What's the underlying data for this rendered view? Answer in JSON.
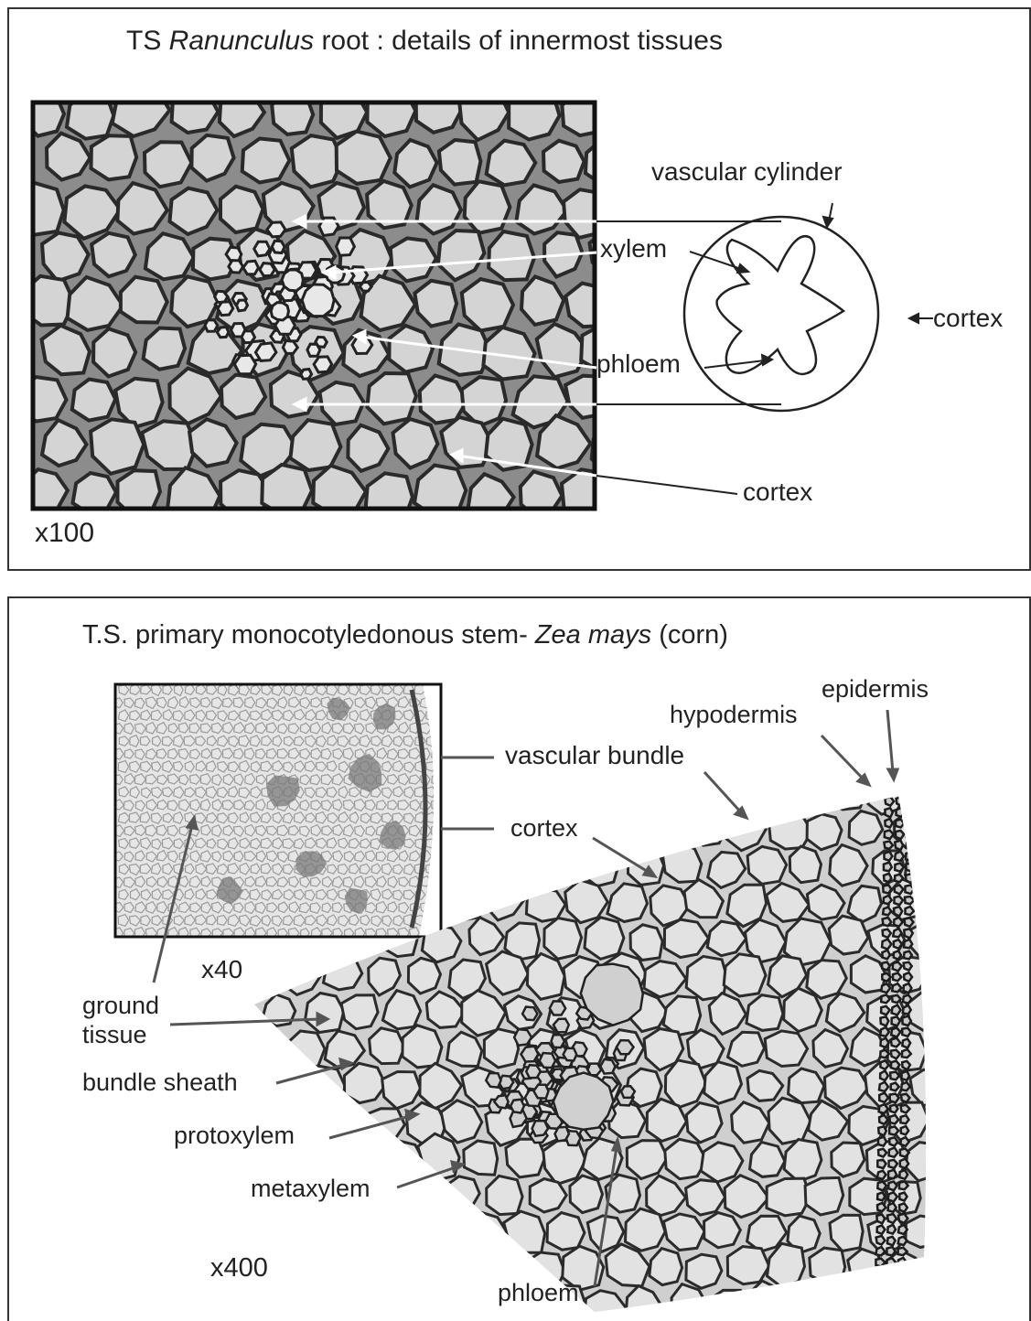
{
  "top_panel": {
    "title_prefix": "TS ",
    "title_italic": "Ranunculus",
    "title_suffix": " root : details of innermost tissues",
    "magnification": "x100",
    "labels": {
      "vascular_cylinder": "vascular cylinder",
      "xylem": "xylem",
      "phloem": "phloem",
      "cortex_side": "cortex",
      "cortex_bottom": "cortex"
    }
  },
  "bottom_panel": {
    "title_prefix": "T.S. primary monocotyledonous stem- ",
    "title_italic": "Zea mays",
    "title_suffix": " (corn)",
    "inset_magnification": "x40",
    "magnification": "x400",
    "labels": {
      "epidermis": "epidermis",
      "hypodermis": "hypodermis",
      "vascular_bundle": "vascular bundle",
      "cortex": "cortex",
      "ground_tissue_1": "ground",
      "ground_tissue_2": "tissue",
      "bundle_sheath": "bundle sheath",
      "protoxylem": "protoxylem",
      "metaxylem": "metaxylem",
      "phloem": "phloem"
    }
  }
}
